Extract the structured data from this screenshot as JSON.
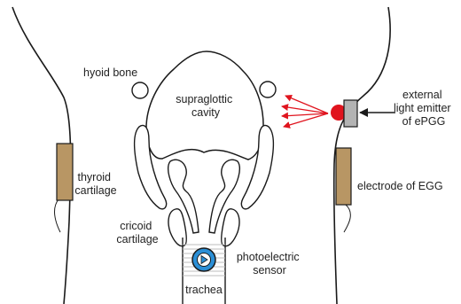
{
  "colors": {
    "line": "#1a1a1a",
    "electrode": "#b89664",
    "emitter_body": "#b3b3b3",
    "emitter_led": "#e0141e",
    "light_arrows": "#e0141e",
    "sensor_fill": "#2b8fd6",
    "sensor_grid": "#bdbdbd",
    "background": "#ffffff"
  },
  "labels": {
    "hyoid_bone": "hyoid bone",
    "supraglottic_line1": "supraglottic",
    "supraglottic_line2": "cavity",
    "thyroid_line1": "thyroid",
    "thyroid_line2": "cartilage",
    "cricoid_line1": "cricoid",
    "cricoid_line2": "cartilage",
    "trachea": "trachea",
    "photo_line1": "photoelectric",
    "photo_line2": "sensor",
    "emitter_line1": "external",
    "emitter_line2": "light emitter",
    "emitter_line3": "of ePGG",
    "egg_electrode": "electrode of EGG"
  },
  "icons": {
    "sensor": "play-circle-icon",
    "emitter_arrow": "arrow-left-icon"
  }
}
